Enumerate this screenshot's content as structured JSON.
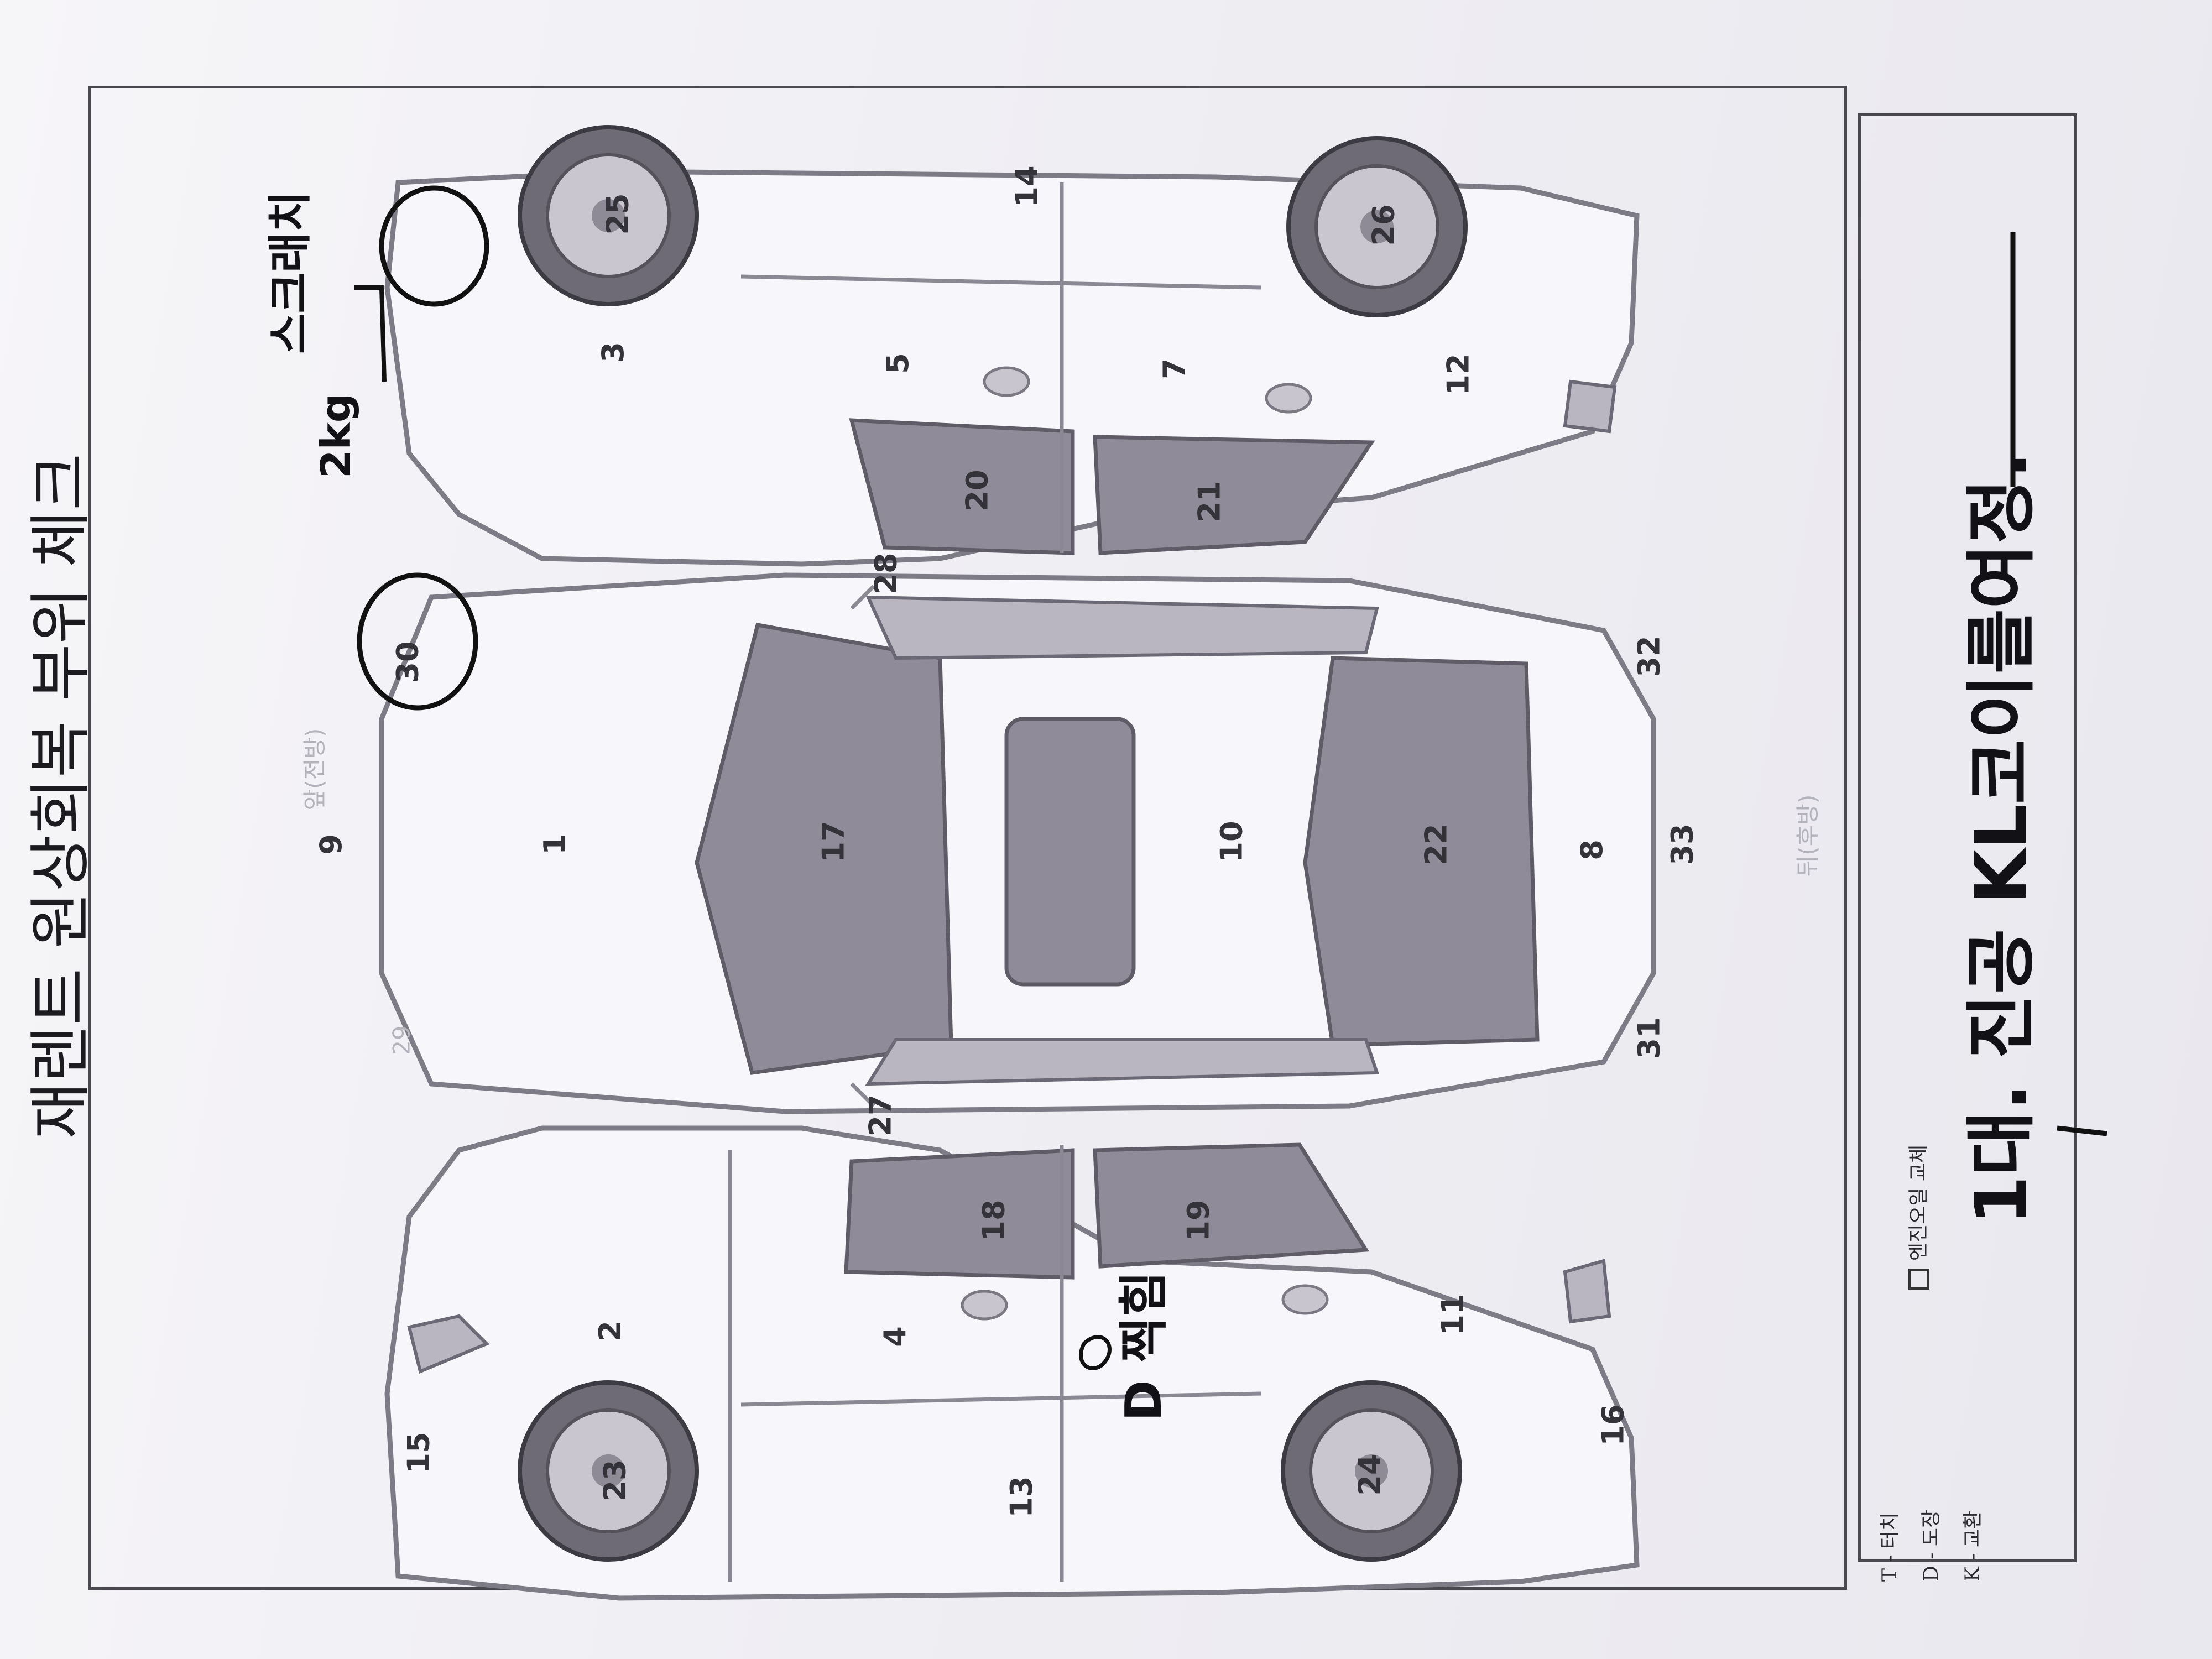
{
  "title": "재렌트 원상회복 부위 체크",
  "car_top_labels": {
    "front": "앞(전방)",
    "rear": "뒤(후방)"
  },
  "part_numbers": {
    "p1": "1",
    "p2": "2",
    "p3": "3",
    "p4": "4",
    "p5": "5",
    "p7": "7",
    "p8": "8",
    "p9": "9",
    "p10": "10",
    "p11": "11",
    "p12": "12",
    "p13": "13",
    "p14": "14",
    "p15": "15",
    "p16": "16",
    "p17": "17",
    "p18": "18",
    "p19": "19",
    "p20": "20",
    "p21": "21",
    "p22": "22",
    "p23": "23",
    "p24": "24",
    "p25": "25",
    "p26": "26",
    "p27": "27",
    "p28": "28",
    "p29": "29",
    "p30": "30",
    "p31": "31",
    "p32": "32",
    "p33": "33"
  },
  "legend": {
    "touch": "T - 터치",
    "paint": "D - 도장",
    "replace": "K - 교환",
    "engine_oil": "엔진오일 교체"
  },
  "handwriting": {
    "scratch": "스크래치",
    "minor": "2kg",
    "dent_mark": "D 찍힘",
    "note": "1대. 진공 KL코이를여정."
  }
}
